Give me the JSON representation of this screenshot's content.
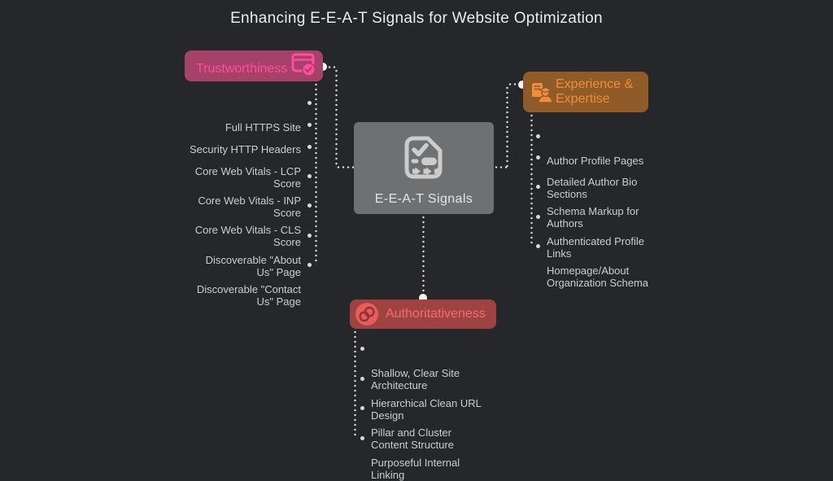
{
  "title": "Enhancing E-E-A-T Signals for Website Optimization",
  "center": {
    "label": "E-E-A-T Signals",
    "icon": "checklist-flow-icon",
    "bg_color": "#6f7071",
    "text_color": "#e4e4e4"
  },
  "branches": {
    "trustworthiness": {
      "label": "Trustworthiness",
      "icon": "verified-browser-icon",
      "bg_color": "#a64169",
      "accent_color": "#ff4d9e",
      "items": [
        "Full HTTPS Site",
        "Security HTTP Headers",
        "Core Web Vitals - LCP\nScore",
        "Core Web Vitals - INP\nScore",
        "Core Web Vitals - CLS\nScore",
        "Discoverable \"About\nUs\" Page",
        "Discoverable \"Contact\nUs\" Page"
      ]
    },
    "experience_expertise": {
      "label": "Experience &\nExpertise",
      "icon": "author-education-icon",
      "bg_color": "#8f5c28",
      "accent_color": "#ef8c3e",
      "items": [
        "Author Profile Pages",
        "Detailed Author Bio\nSections",
        "Schema Markup for\nAuthors",
        "Authenticated Profile\nLinks",
        "Homepage/About\nOrganization Schema"
      ]
    },
    "authoritativeness": {
      "label": "Authoritativeness",
      "icon": "linked-rings-icon",
      "bg_color": "#9e4342",
      "accent_color": "#ee6f6f",
      "icon_circle_color": "#e75d5c",
      "items": [
        "Shallow, Clear Site\nArchitecture",
        "Hierarchical Clean URL\nDesign",
        "Pillar and Cluster\nContent Structure",
        "Purposeful Internal\nLinking"
      ]
    }
  },
  "colors": {
    "background": "#26272a",
    "list_text": "#cdcdcd",
    "connector_dots": "#d9d9d9",
    "junction_dots": "#f7f7f7"
  }
}
